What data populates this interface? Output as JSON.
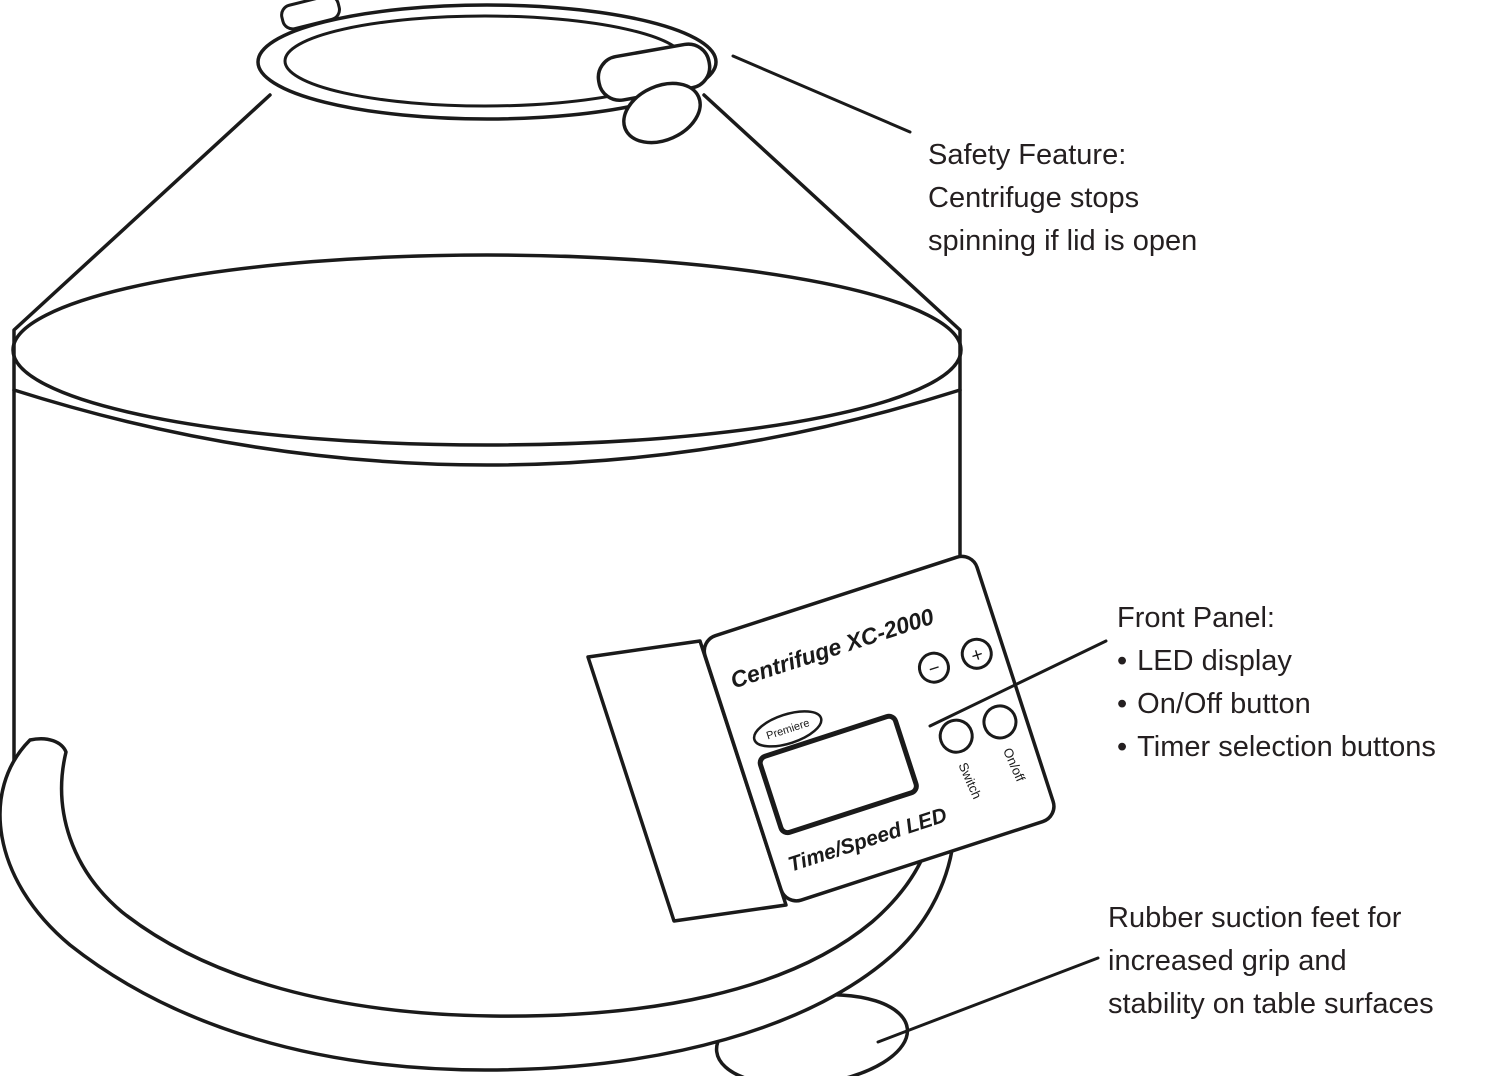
{
  "device": {
    "brand": "Premiere",
    "model": "Centrifuge XC-2000",
    "display_label": "Time/Speed LED",
    "buttons": {
      "minus": "−",
      "plus": "+",
      "switch": "Switch",
      "power": "On/off"
    }
  },
  "annotations": {
    "safety": {
      "line1": "Safety Feature:",
      "line2": "Centrifuge stops",
      "line3": "spinning if lid is open"
    },
    "front_panel": {
      "title": "Front Panel:",
      "bullet": "•",
      "items": [
        "LED display",
        "On/Off button",
        "Timer selection buttons"
      ]
    },
    "feet": {
      "line1": "Rubber suction feet for",
      "line2": "increased grip and",
      "line3": "stability on table surfaces"
    }
  },
  "colors": {
    "stroke": "#1a1a1a",
    "text": "#241f20",
    "background": "#ffffff"
  }
}
